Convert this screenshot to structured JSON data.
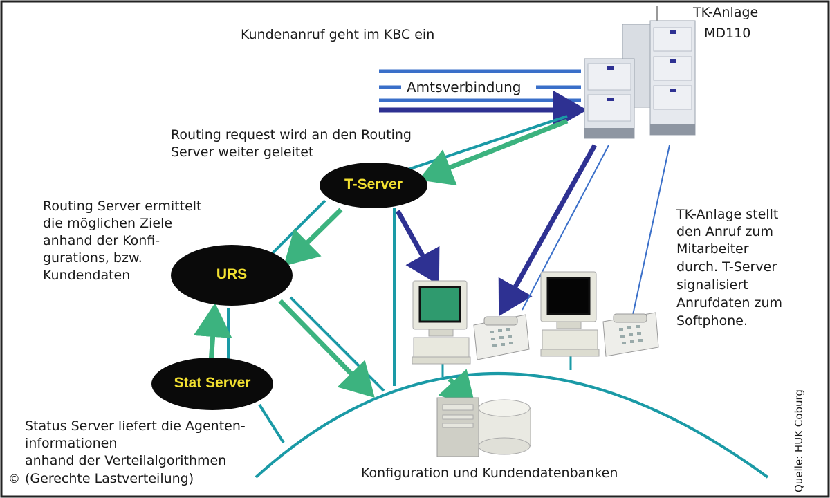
{
  "texts": {
    "incoming_call": "Kundenanruf geht im KBC ein",
    "pbx_title_1": "TK-Anlage",
    "pbx_title_2": "MD110",
    "trunk": "Amtsverbindung",
    "routing_request_1": "Routing request wird an den Routing",
    "routing_request_2": "Server weiter geleitet",
    "urs_desc_1": "Routing Server ermittelt",
    "urs_desc_2": "die möglichen Ziele",
    "urs_desc_3": "anhand der Konfi-",
    "urs_desc_4": "gurations, bzw.",
    "urs_desc_5": "Kundendaten",
    "pbx_desc_1": "TK-Anlage stellt",
    "pbx_desc_2": "den Anruf zum",
    "pbx_desc_3": "Mitarbeiter",
    "pbx_desc_4": "durch. T-Server",
    "pbx_desc_5": "signalisiert",
    "pbx_desc_6": "Anrufdaten zum",
    "pbx_desc_7": "Softphone.",
    "stat_desc_1": "Status Server liefert die Agenten-",
    "stat_desc_2": "informationen",
    "stat_desc_3": "anhand der Verteilalgorithmen",
    "stat_desc_4": "(Gerechte Lastverteilung)",
    "db_label": "Konfiguration und Kundendatenbanken",
    "source": "Quelle: HUK Coburg",
    "copyright": "©"
  },
  "nodes": {
    "tserver": "T-Server",
    "urs": "URS",
    "stat": "Stat Server"
  },
  "colors": {
    "teal": "#1a9aa6",
    "green": "#3cb37f",
    "navy": "#2e3192",
    "trunk_blue": "#3a6fc9",
    "node_fill": "#0a0a0a",
    "node_text": "#f2e030"
  }
}
